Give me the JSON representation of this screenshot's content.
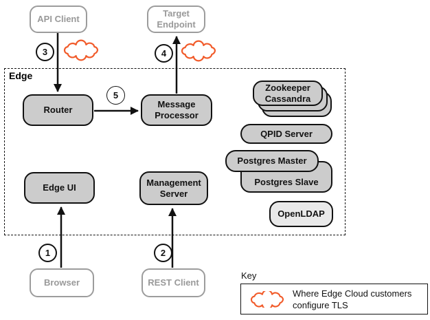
{
  "diagram": {
    "group_label": "Edge",
    "nodes": {
      "api_client": "API Client",
      "target_endpoint": {
        "line1": "Target",
        "line2": "Endpoint"
      },
      "router": "Router",
      "message_processor": {
        "line1": "Message",
        "line2": "Processor"
      },
      "zookeeper_cassandra": {
        "line1": "Zookeeper",
        "line2": "Cassandra"
      },
      "qpid_server": "QPID Server",
      "postgres_master": "Postgres Master",
      "postgres_slave": "Postgres Slave",
      "openldap": "OpenLDAP",
      "edge_ui": "Edge UI",
      "management_server": {
        "line1": "Management",
        "line2": "Server"
      },
      "browser": "Browser",
      "rest_client": "REST Client"
    },
    "steps": {
      "step1": "1",
      "step2": "2",
      "step3": "3",
      "step4": "4",
      "step5": "5"
    },
    "key": {
      "title": "Key",
      "label_line1": "Where Edge Cloud customers",
      "label_line2": "configure TLS"
    },
    "colors": {
      "tls_cloud": "#f15b2a",
      "node_fill": "#cccccc",
      "node_fill_light": "#e9e9e9",
      "external_gray": "#999999",
      "line_black": "#111111"
    }
  }
}
